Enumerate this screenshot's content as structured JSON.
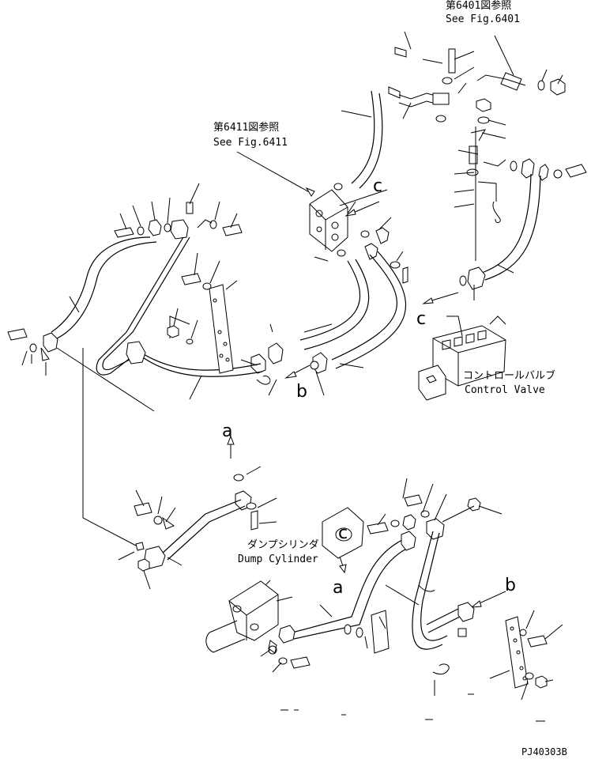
{
  "refs": {
    "fig6401_jp": "第6401図参照",
    "fig6401_en": "See Fig.6401",
    "fig6411_jp": "第6411図参照",
    "fig6411_en": "See Fig.6411"
  },
  "components": {
    "control_valve_jp": "コントロールバルブ",
    "control_valve_en": "Control Valve",
    "dump_cylinder_jp": "ダンプシリンダ",
    "dump_cylinder_en": "Dump Cylinder"
  },
  "connection_letters": {
    "c_top": "c",
    "c_right": "c",
    "b_mid": "b",
    "a_mid": "a",
    "c_cyl": "c",
    "a_low": "a",
    "b_low": "b"
  },
  "drawing_code": "PJ40303B"
}
